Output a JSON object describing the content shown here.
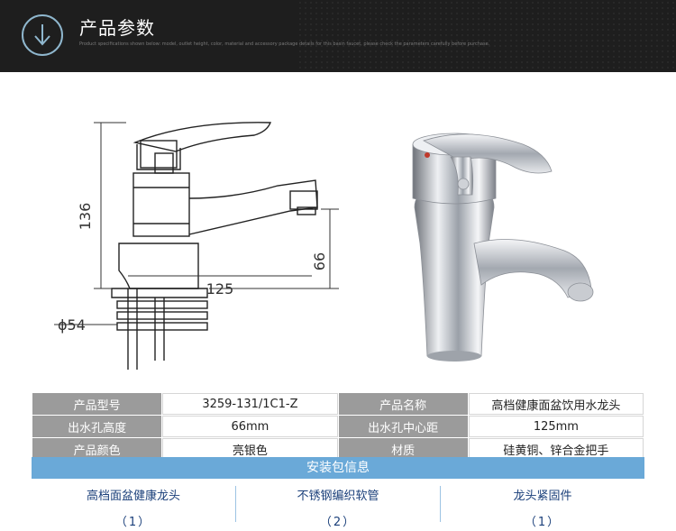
{
  "header": {
    "title": "产品参数",
    "subtitle": "Product specifications shown below: model, outlet height, color, material and accessory package details for this basin faucet, please check the parameters carefully before purchase."
  },
  "drawing": {
    "dim_height": "136",
    "dim_length": "125",
    "dim_outlet": "66",
    "dim_diameter": "ϕ54"
  },
  "specs": [
    {
      "label": "产品型号",
      "value": "3259-131/1C1-Z",
      "label2": "产品名称",
      "value2": "高档健康面盆饮用水龙头"
    },
    {
      "label": "出水孔高度",
      "value": "66mm",
      "label2": "出水孔中心距",
      "value2": "125mm"
    },
    {
      "label": "产品颜色",
      "value": "亮银色",
      "label2": "材质",
      "value2": "硅黄铜、锌合金把手"
    }
  ],
  "package": {
    "title": "安装包信息",
    "items": [
      {
        "name": "高档面盆健康龙头",
        "qty": "（1）"
      },
      {
        "name": "不锈钢编织软管",
        "qty": "（2）"
      },
      {
        "name": "龙头紧固件",
        "qty": "（1）"
      }
    ]
  },
  "colors": {
    "header_bg": "#1e1e1e",
    "label_bg": "#9b9b9b",
    "package_bar": "#6aa9d8",
    "package_text": "#1a3f7a"
  }
}
